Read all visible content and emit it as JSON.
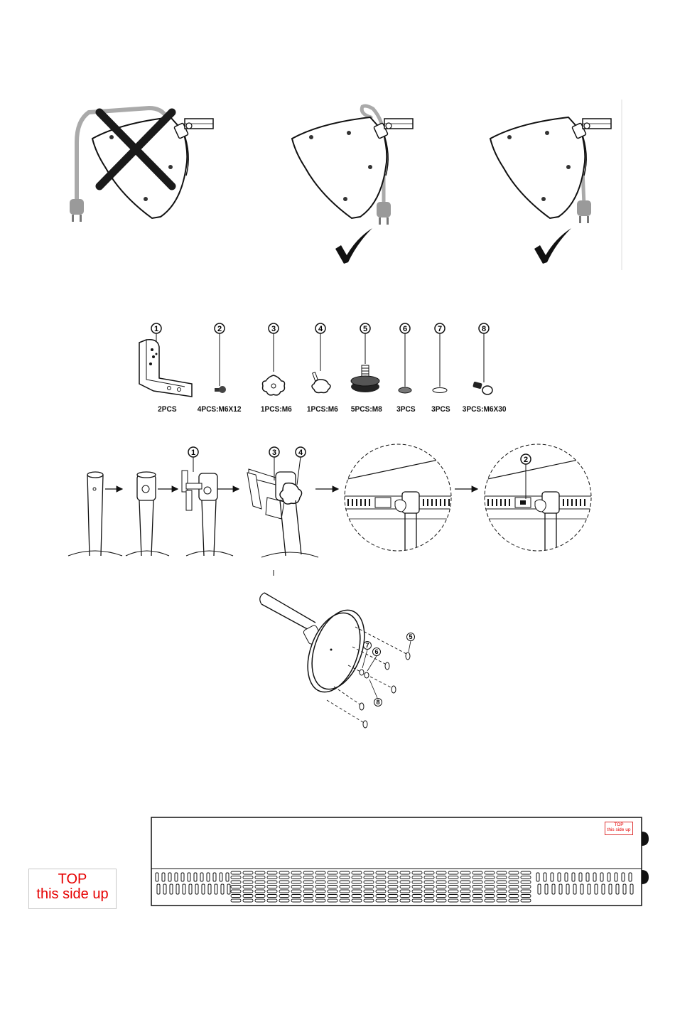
{
  "cord_routing": {
    "panels": [
      {
        "verdict": "incorrect",
        "mark_icon": "cross-icon"
      },
      {
        "verdict": "correct",
        "mark_icon": "checkmark-icon"
      },
      {
        "verdict": "correct",
        "mark_icon": "checkmark-icon"
      }
    ]
  },
  "parts": [
    {
      "number": "1",
      "label": "2PCS",
      "icon": "l-bracket-icon"
    },
    {
      "number": "2",
      "label": "4PCS:M6X12",
      "icon": "screw-icon"
    },
    {
      "number": "3",
      "label": "1PCS:M6",
      "icon": "star-knob-icon"
    },
    {
      "number": "4",
      "label": "1PCS:M6",
      "icon": "star-knob-bolt-icon"
    },
    {
      "number": "5",
      "label": "5PCS:M8",
      "icon": "foot-pad-icon"
    },
    {
      "number": "6",
      "label": "3PCS",
      "icon": "lock-washer-icon"
    },
    {
      "number": "7",
      "label": "3PCS",
      "icon": "flat-washer-icon"
    },
    {
      "number": "8",
      "label": "3PCS:M6X30",
      "icon": "bolt-icon"
    }
  ],
  "assembly_steps": {
    "callouts": [
      "1",
      "3",
      "4",
      "2"
    ],
    "arrow_icon": "right-arrow-icon"
  },
  "base_assembly": {
    "callouts": [
      "5",
      "7",
      "6",
      "8"
    ]
  },
  "orientation": {
    "label_line1": "TOP",
    "label_line2": "this side up",
    "mini_line1": "TOP",
    "mini_line2": "this side up"
  },
  "colors": {
    "line": "#111111",
    "cord": "#aaaaaa",
    "warning_red": "#e60000"
  }
}
